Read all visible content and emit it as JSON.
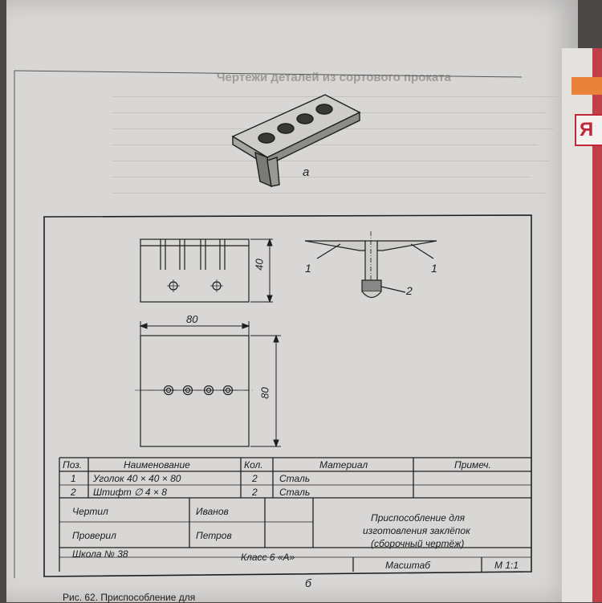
{
  "figure": {
    "label_a": "а",
    "label_b": "б",
    "caption": "Рис. 62. Приспособление для",
    "chapter_heading": "Чертежи деталей из сортового проката",
    "side_letter": "Я"
  },
  "drawing": {
    "dim_40": "40",
    "dim_80_width": "80",
    "dim_80_height": "80",
    "callout_1_left": "1",
    "callout_1_right": "1",
    "callout_2": "2"
  },
  "spec_table": {
    "headers": {
      "pos": "Поз.",
      "name": "Наименование",
      "qty": "Кол.",
      "material": "Материал",
      "note": "Примеч."
    },
    "rows": [
      {
        "pos": "1",
        "name": "Уголок 40 × 40 × 80",
        "qty": "2",
        "material": "Сталь"
      },
      {
        "pos": "2",
        "name": "Штифт ∅ 4 × 8",
        "qty": "2",
        "material": "Сталь"
      }
    ]
  },
  "title_block": {
    "drew_label": "Чертил",
    "drew_name": "Иванов",
    "checked_label": "Проверил",
    "checked_name": "Петров",
    "title_line1": "Приспособление для",
    "title_line2": "изготовления заклёпок",
    "title_line3": "(сборочный чертёж)",
    "school": "Школа № 38",
    "class": "Класс 6 «А»",
    "scale_label": "Масштаб",
    "scale_value": "М 1:1"
  }
}
